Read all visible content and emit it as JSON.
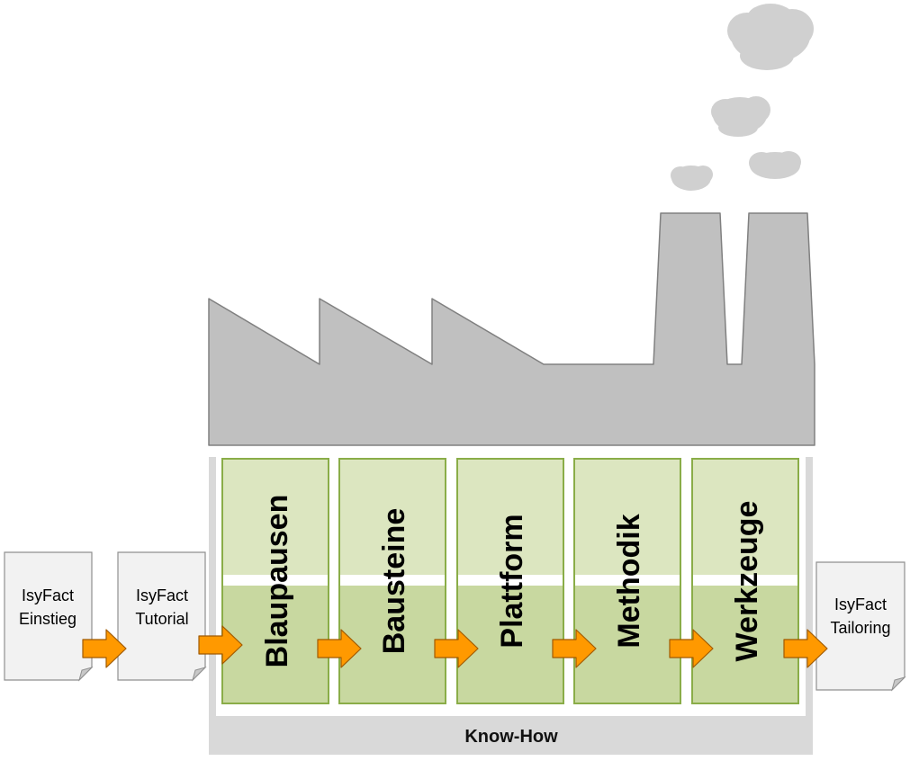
{
  "factory": {
    "base_color": "#c0c0c0",
    "outline_color": "#808080",
    "smoke_color": "#d0d0d0",
    "smoke_icon": "cloud-icon"
  },
  "documents": {
    "start": {
      "line1": "IsyFact",
      "line2": "Einstieg"
    },
    "tutorial": {
      "line1": "IsyFact",
      "line2": "Tutorial"
    },
    "tailoring": {
      "line1": "IsyFact",
      "line2": "Tailoring"
    },
    "fill_color": "#f2f2f2",
    "border_color": "#909090"
  },
  "columns": [
    {
      "label": "Blaupausen"
    },
    {
      "label": "Bausteine"
    },
    {
      "label": "Plattform"
    },
    {
      "label": "Methodik"
    },
    {
      "label": "Werkzeuge"
    }
  ],
  "column_colors": {
    "top": "#dce6c0",
    "bottom": "#c8d8a0",
    "border": "#8aad48"
  },
  "foundation": {
    "label": "Know-How",
    "color": "#d9d9d9"
  },
  "arrow": {
    "icon": "arrow-right-icon",
    "fill": "#ff9900",
    "stroke": "#a05a00"
  }
}
